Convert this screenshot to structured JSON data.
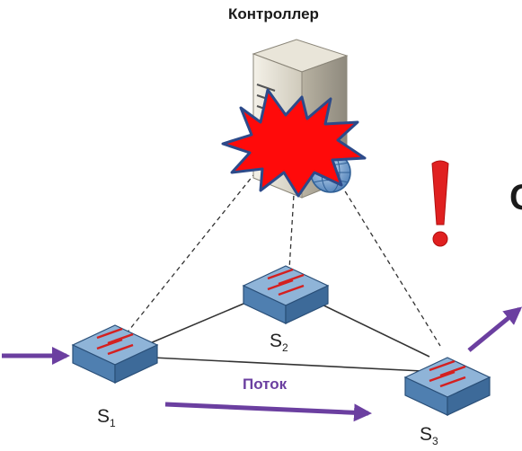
{
  "title": "Контроллер",
  "flow_label": "Поток",
  "switches": {
    "s1": {
      "prefix": "S",
      "index": "1"
    },
    "s2": {
      "prefix": "S",
      "index": "2"
    },
    "s3": {
      "prefix": "S",
      "index": "3"
    }
  },
  "cut_text": "C",
  "colors": {
    "arrow": "#6b3fa0",
    "switch_top": "#8fb4d8",
    "switch_side": "#4f7fb0",
    "switch_arrows": "#d42020",
    "failure": "#ff0a0a",
    "warning": "#e02020"
  },
  "icons": [
    "server-icon",
    "failure-burst-icon",
    "globe-icon",
    "switch-icon",
    "exclamation-icon",
    "arrow-icon"
  ]
}
